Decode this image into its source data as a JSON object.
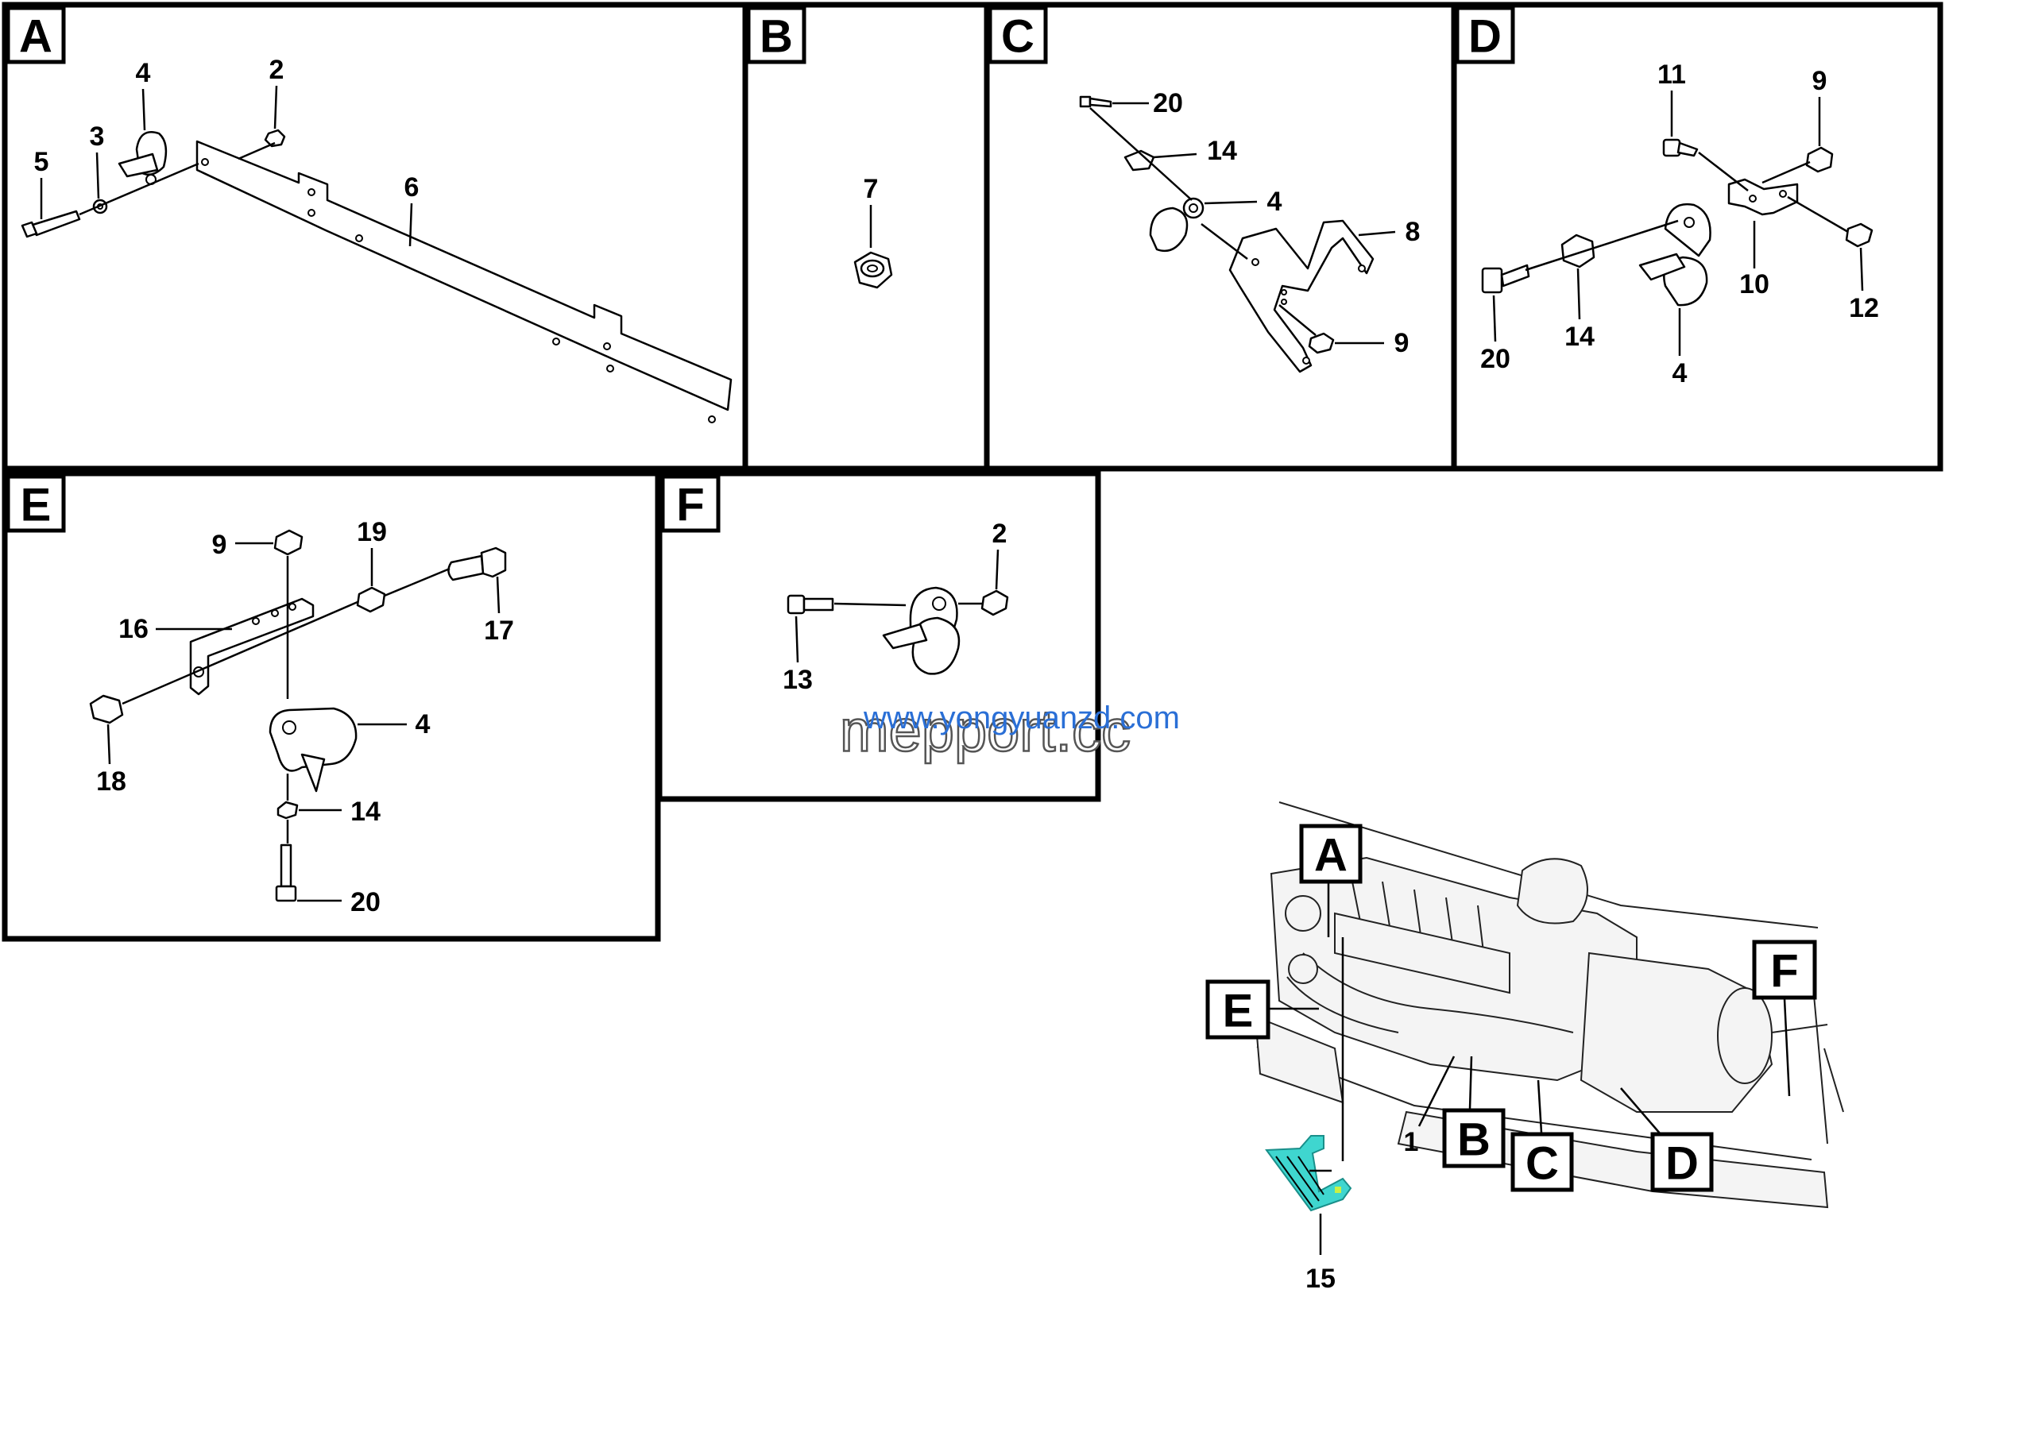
{
  "panels": [
    {
      "letter": "A",
      "callouts": [
        "5",
        "3",
        "4",
        "2",
        "6"
      ]
    },
    {
      "letter": "B",
      "callouts": [
        "7"
      ]
    },
    {
      "letter": "C",
      "callouts": [
        "20",
        "14",
        "4",
        "8",
        "9"
      ]
    },
    {
      "letter": "D",
      "callouts": [
        "11",
        "9",
        "10",
        "12",
        "20",
        "14",
        "4"
      ]
    },
    {
      "letter": "E",
      "callouts": [
        "9",
        "19",
        "16",
        "17",
        "18",
        "4",
        "14",
        "20"
      ]
    },
    {
      "letter": "F",
      "callouts": [
        "2",
        "13"
      ]
    }
  ],
  "overview": {
    "labels": [
      "A",
      "E",
      "F",
      "B",
      "C",
      "D"
    ],
    "callouts": [
      "1",
      "15"
    ]
  },
  "watermarks": [
    "www.yongyuanzd.com",
    "mepport.cc"
  ],
  "colors": {
    "highlight_part": "#3fd6cf",
    "watermark_blue": "#2a6fd6"
  }
}
